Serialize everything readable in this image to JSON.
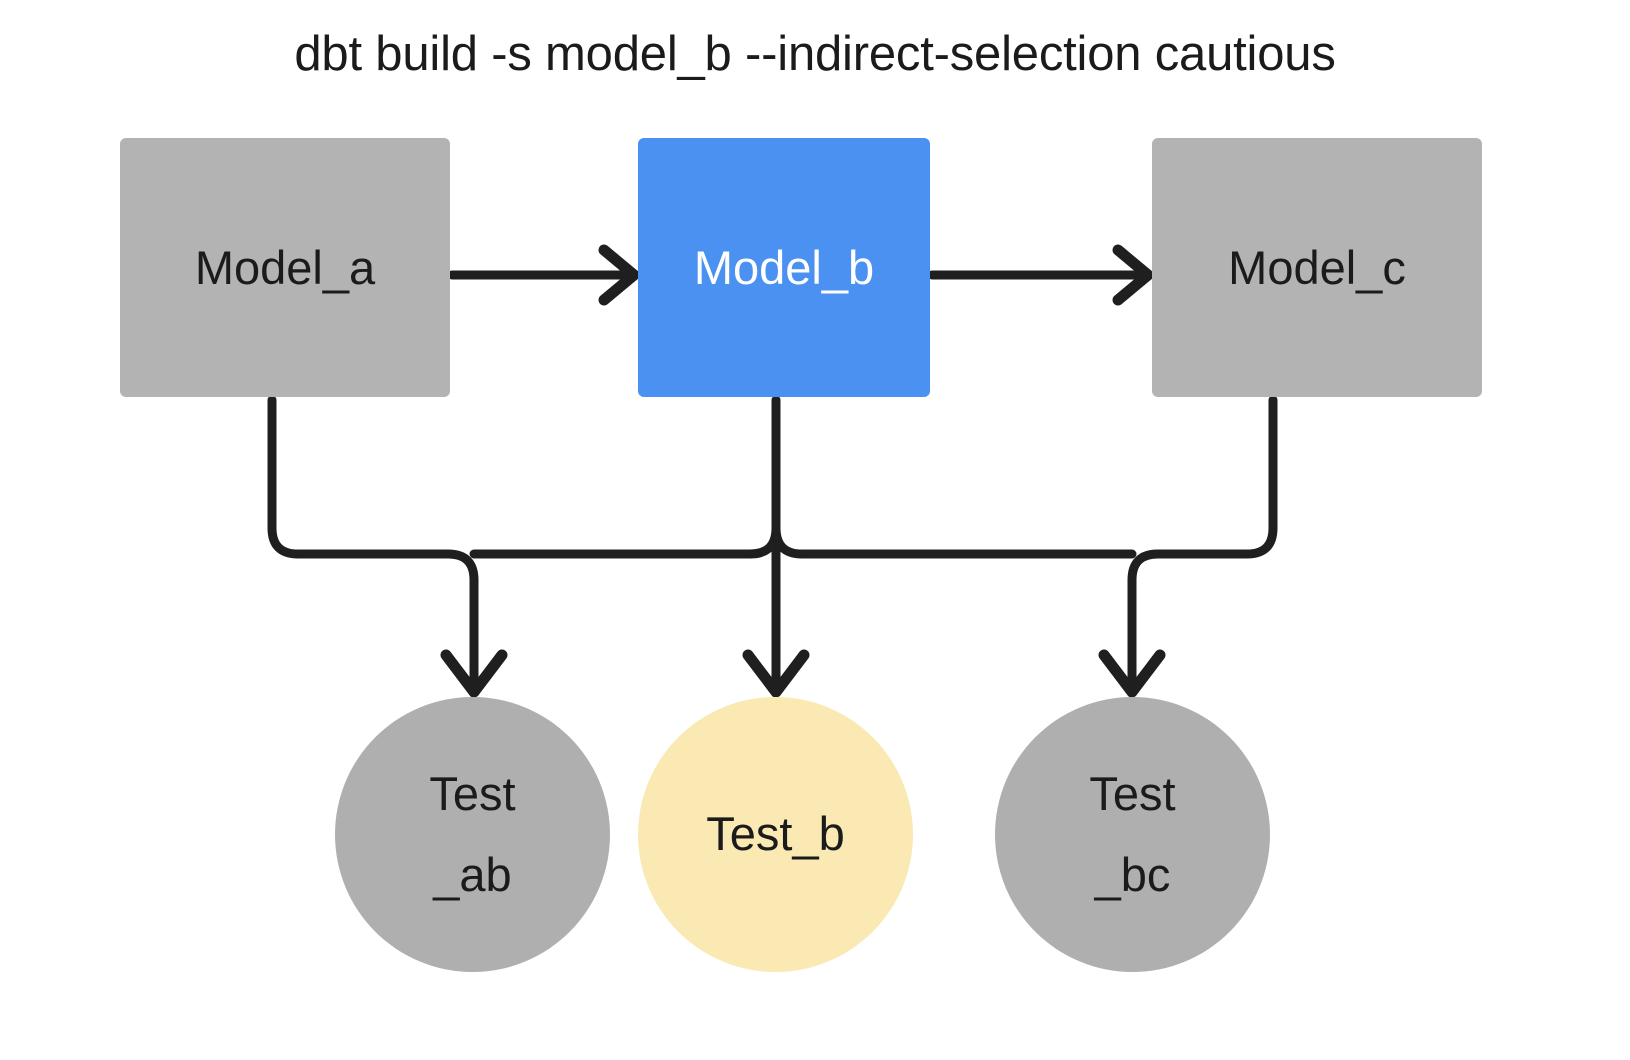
{
  "title": "dbt build -s model_b --indirect-selection cautious",
  "colors": {
    "background": "#ffffff",
    "node_gray": "#b3b3b3",
    "node_gray_circle": "#afafaf",
    "node_selected_blue": "#4a91f2",
    "node_test_yellow": "#fae9b2",
    "edge_stroke": "#1f1f1f",
    "text_dark": "#1b1b1b",
    "text_light": "#ffffff"
  },
  "nodes": {
    "model_a": {
      "label": "Model_a",
      "shape": "rectangle",
      "fill": "#b3b3b3",
      "text_color": "#1b1b1b",
      "selected": false
    },
    "model_b": {
      "label": "Model_b",
      "shape": "rectangle",
      "fill": "#4a91f2",
      "text_color": "#ffffff",
      "selected": true
    },
    "model_c": {
      "label": "Model_c",
      "shape": "rectangle",
      "fill": "#b3b3b3",
      "text_color": "#1b1b1b",
      "selected": false
    },
    "test_ab": {
      "label_line1": "Test",
      "label_line2": "_ab",
      "shape": "circle",
      "fill": "#afafaf",
      "text_color": "#1b1b1b",
      "selected": false
    },
    "test_b": {
      "label_line1": "Test_b",
      "label_line2": "",
      "shape": "circle",
      "fill": "#fae9b2",
      "text_color": "#1b1b1b",
      "selected": true
    },
    "test_bc": {
      "label_line1": "Test",
      "label_line2": "_bc",
      "shape": "circle",
      "fill": "#afafaf",
      "text_color": "#1b1b1b",
      "selected": false
    }
  },
  "edges": [
    {
      "from": "model_a",
      "to": "model_b",
      "style": "straight-arrow"
    },
    {
      "from": "model_b",
      "to": "model_c",
      "style": "straight-arrow"
    },
    {
      "from": "model_a",
      "to": "test_ab",
      "style": "elbow-arrow"
    },
    {
      "from": "model_b",
      "to": "test_b",
      "style": "straight-arrow"
    },
    {
      "from": "model_c",
      "to": "test_bc",
      "style": "elbow-arrow"
    }
  ]
}
